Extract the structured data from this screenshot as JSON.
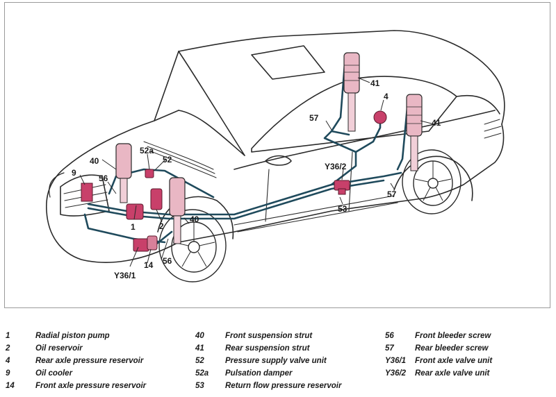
{
  "diagram": {
    "subject": "Vehicle hydraulic suspension system component locations",
    "colors": {
      "line_art": "#2a2a2a",
      "hydraulic_lines": "#1f4a5c",
      "components": "#c8406a",
      "strut_body": "#e9b7c4",
      "frame_border": "#9a9a9a"
    },
    "callouts": [
      {
        "id": "41a",
        "label": "41"
      },
      {
        "id": "41b",
        "label": "41"
      },
      {
        "id": "4",
        "label": "4"
      },
      {
        "id": "57a",
        "label": "57"
      },
      {
        "id": "57b",
        "label": "57"
      },
      {
        "id": "Y36_2",
        "label": "Y36/2"
      },
      {
        "id": "53",
        "label": "53"
      },
      {
        "id": "40a",
        "label": "40"
      },
      {
        "id": "40b",
        "label": "40"
      },
      {
        "id": "9",
        "label": "9"
      },
      {
        "id": "56a",
        "label": "56"
      },
      {
        "id": "56b",
        "label": "56"
      },
      {
        "id": "52a",
        "label": "52a"
      },
      {
        "id": "52",
        "label": "52"
      },
      {
        "id": "1",
        "label": "1"
      },
      {
        "id": "2",
        "label": "2"
      },
      {
        "id": "14",
        "label": "14"
      },
      {
        "id": "Y36_1",
        "label": "Y36/1"
      }
    ]
  },
  "legend": {
    "columns": [
      [
        {
          "num": "1",
          "desc": "Radial piston pump"
        },
        {
          "num": "2",
          "desc": "Oil reservoir"
        },
        {
          "num": "4",
          "desc": "Rear axle pressure reservoir"
        },
        {
          "num": "9",
          "desc": "Oil cooler"
        },
        {
          "num": "14",
          "desc": "Front axle pressure reservoir"
        }
      ],
      [
        {
          "num": "40",
          "desc": "Front suspension strut"
        },
        {
          "num": "41",
          "desc": "Rear suspension strut"
        },
        {
          "num": "52",
          "desc": "Pressure supply valve unit"
        },
        {
          "num": "52a",
          "desc": "Pulsation damper"
        },
        {
          "num": "53",
          "desc": "Return flow pressure reservoir"
        }
      ],
      [
        {
          "num": "56",
          "desc": "Front bleeder screw"
        },
        {
          "num": "57",
          "desc": "Rear bleeder screw"
        },
        {
          "num": "Y36/1",
          "desc": "Front axle valve unit"
        },
        {
          "num": "Y36/2",
          "desc": "Rear axle valve unit"
        }
      ]
    ]
  }
}
